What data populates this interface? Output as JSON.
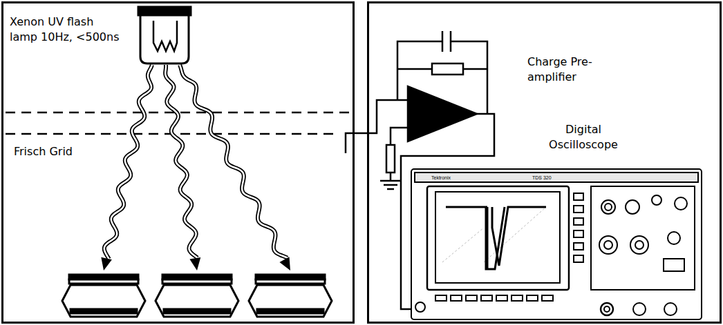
{
  "diagram": {
    "nodes": [
      {
        "text": [
          "Xenon UV flash lamp 10Hz, <500ns",
          "Frisch Grid"
        ]
      },
      {
        "text": [
          "Charge Pre-amplifier",
          "Digital Oscilloscope"
        ]
      }
    ],
    "edges": [
      {
        "from": 0,
        "to": 1,
        "arrow": "none"
      }
    ],
    "labels": [
      "Tektronix",
      "TDS 320"
    ]
  }
}
